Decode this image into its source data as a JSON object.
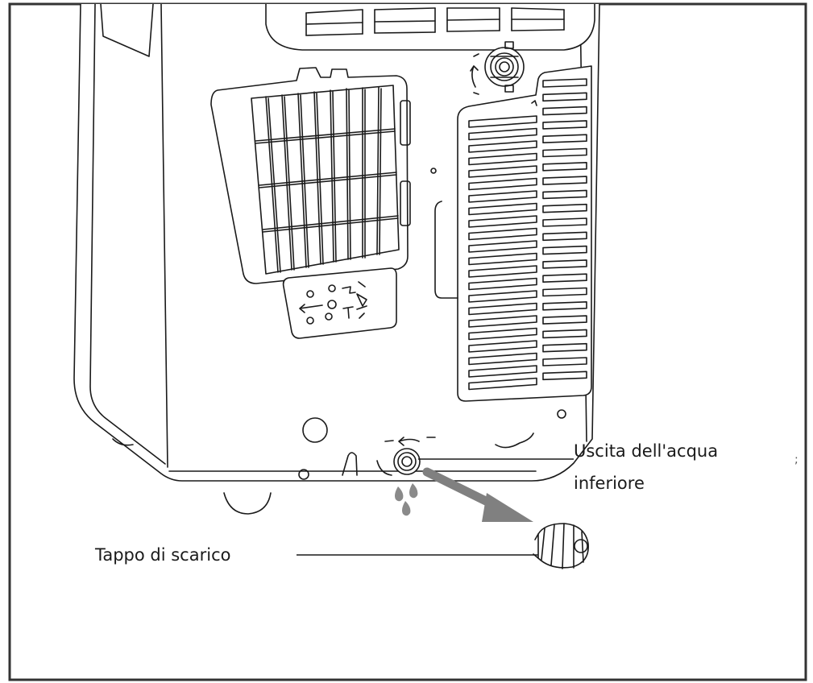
{
  "labels": {
    "drain_outlet_line1": "Uscita dell'acqua",
    "drain_outlet_line2": "inferiore",
    "drain_plug": "Tappo di scarico",
    "stray_mark": ";"
  },
  "colors": {
    "line": "#1a1a1a",
    "arrow": "#808080",
    "drops": "#8a8a8a",
    "frame": "#333333",
    "background": "#ffffff"
  }
}
